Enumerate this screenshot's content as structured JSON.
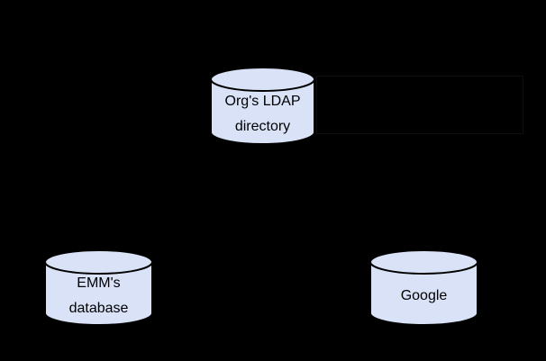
{
  "canvas": {
    "background": "#000000"
  },
  "colors": {
    "node_fill": "#d9e2f7",
    "node_stroke": "#000000",
    "label_text": "#000000",
    "faint_artifact_outline": "#0f0f0f"
  },
  "diagram": {
    "type": "architecture-diagram",
    "nodes": {
      "ldap": {
        "shape": "cylinder",
        "line1": "Org's LDAP",
        "line2": "directory"
      },
      "emm": {
        "shape": "cylinder",
        "line1": "EMM's",
        "line2": "database"
      },
      "google": {
        "shape": "cylinder",
        "line1": "Google"
      }
    }
  }
}
